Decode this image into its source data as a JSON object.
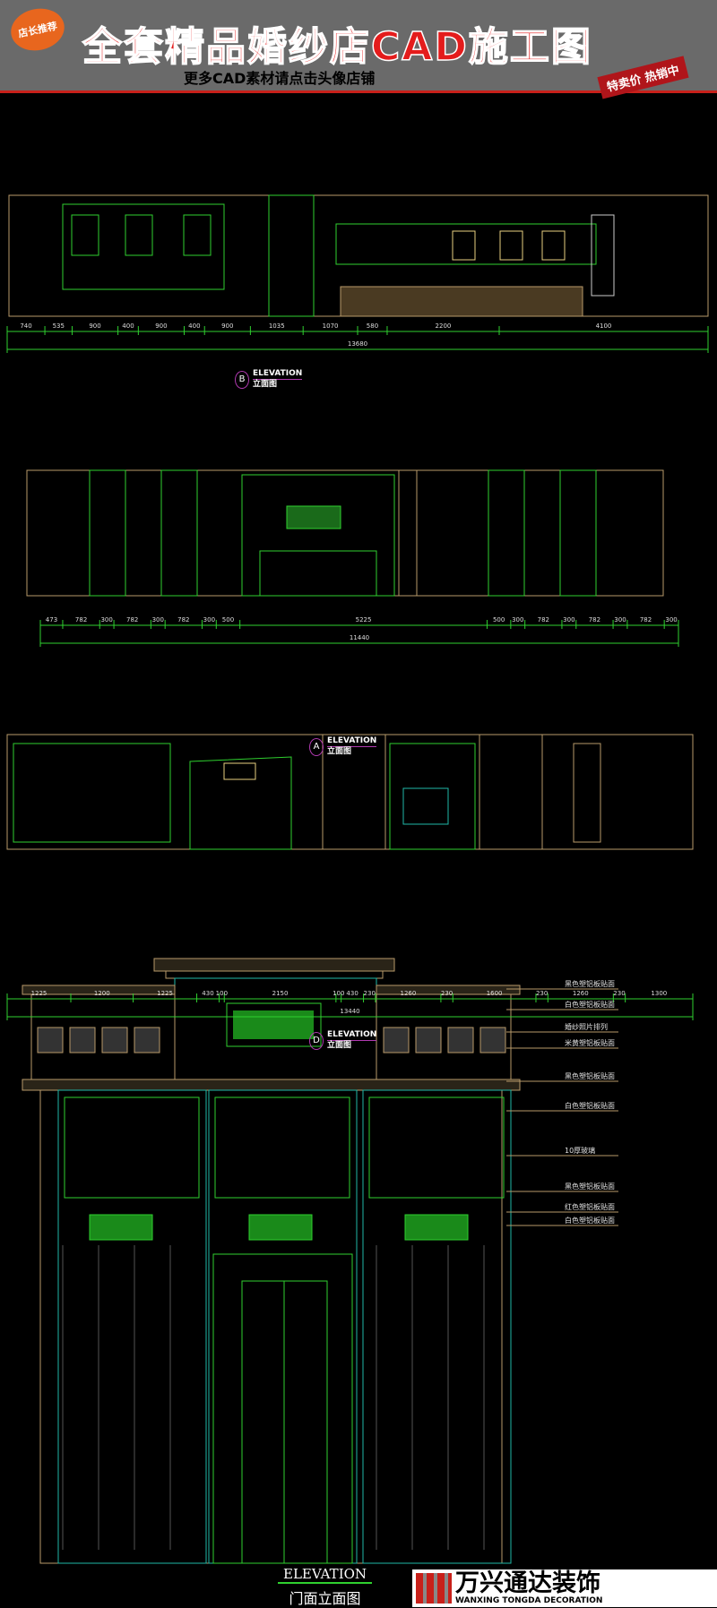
{
  "header": {
    "badge": "店长推荐",
    "title": "全套精品婚纱店CAD施工图",
    "subtitle": "更多CAD素材请点击头像店铺",
    "promo": "特卖价 热销中"
  },
  "elevations": [
    {
      "letter": "B",
      "label": "ELEVATION",
      "cn": "立面图",
      "dims": [
        740,
        535,
        900,
        400,
        900,
        400,
        900,
        1035,
        1070,
        580,
        2200,
        4100
      ],
      "total": "13680"
    },
    {
      "letter": "A",
      "label": "ELEVATION",
      "cn": "立面图",
      "dims": [
        473,
        782,
        300,
        782,
        300,
        782,
        300,
        500,
        5225,
        500,
        300,
        782,
        300,
        782,
        300,
        782,
        300
      ],
      "total": "11440"
    },
    {
      "letter": "D",
      "label": "ELEVATION",
      "cn": "立面图",
      "dims": [
        1225,
        1200,
        1225,
        430,
        100,
        2150,
        100,
        430,
        230,
        1260,
        230,
        1600,
        230,
        1260,
        230,
        1300
      ],
      "total": "13440"
    }
  ],
  "front": {
    "label": "ELEVATION",
    "cn": "门面立面图",
    "callouts": [
      "黑色塑铝板贴面",
      "白色塑铝板贴面",
      "婚纱照片排列",
      "米黄塑铝板贴面",
      "黑色塑铝板贴面",
      "白色塑铝板贴面",
      "10厚玻璃",
      "黑色塑铝板贴面",
      "红色塑铝板贴面",
      "白色塑铝板贴面"
    ]
  },
  "logo": {
    "cn": "万兴通达装饰",
    "en": "WANXING TONGDA DECORATION"
  },
  "colors": {
    "header": "#6a6a6a",
    "title": "#e41c1c",
    "cad_green": "#2fd02f",
    "cad_cyan": "#1fb8a8",
    "cad_tan": "#b89a6a"
  }
}
